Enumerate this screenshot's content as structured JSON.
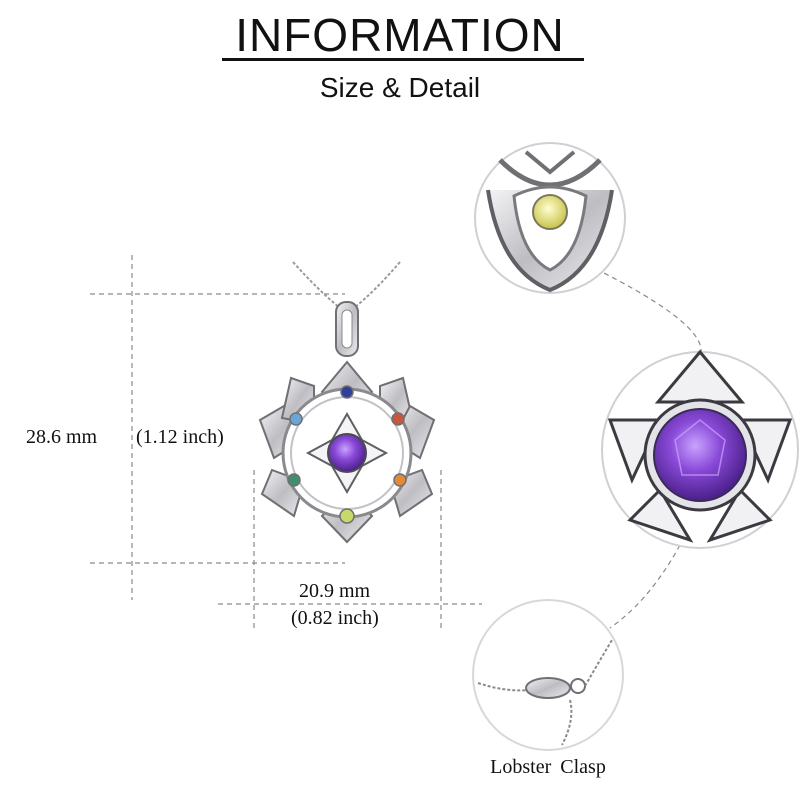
{
  "header": {
    "title": "INFORMATION",
    "subtitle": "Size & Detail"
  },
  "dimensions": {
    "height_mm": "28.6 mm",
    "height_inch": "(1.12 inch)",
    "width_mm": "20.9 mm",
    "width_inch": "(0.82 inch)"
  },
  "details": {
    "clasp_label": "Lobster  Clasp"
  },
  "colors": {
    "silver": "#c9c9cc",
    "amethyst": "#7b3fc4",
    "citrine": "#e3e37a",
    "chakra_stones": [
      "#2f3f9a",
      "#c8553d",
      "#e08a3a",
      "#c7d96a",
      "#3f8f6a",
      "#6aa6d6"
    ]
  }
}
